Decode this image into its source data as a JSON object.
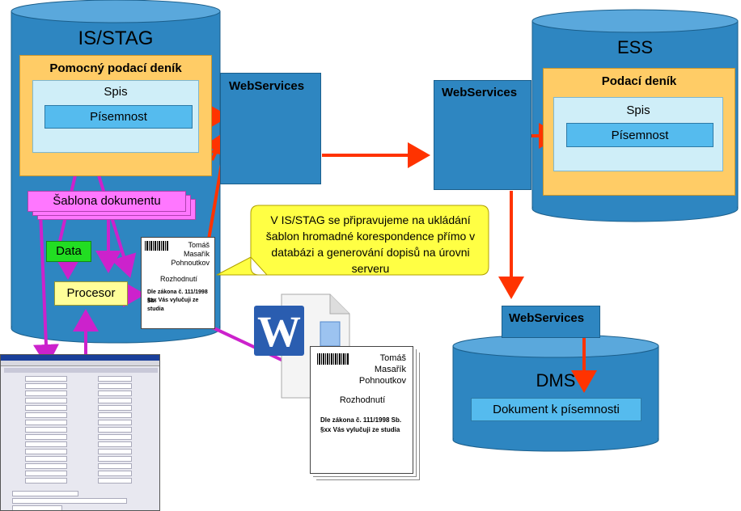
{
  "colors": {
    "cylinder_fill": "#2e86c1",
    "cylinder_top": "#5aa8dc",
    "orange_box": "#ffcc66",
    "light_box": "#cfeef8",
    "blue_box": "#55bbee",
    "pink": "#ff77ff",
    "green": "#22dd22",
    "yellow": "#ffff99",
    "arrow_red": "#ff3300",
    "arrow_magenta": "#cc22cc",
    "callout": "#ffff44"
  },
  "isstag": {
    "title": "IS/STAG",
    "helper_journal": "Pomocný podací deník",
    "file": "Spis",
    "document": "Písemnost",
    "template": "Šablona dokumentu",
    "data": "Data",
    "processor": "Procesor"
  },
  "webservices": {
    "left": "WebServices",
    "middle": "WebServices",
    "dms": "WebServices"
  },
  "ess": {
    "title": "ESS",
    "journal": "Podací deník",
    "file": "Spis",
    "document": "Písemnost"
  },
  "dms": {
    "title": "DMS",
    "document": "Dokument k písemnosti"
  },
  "callout": {
    "text": "V IS/STAG se připravujeme na ukládání šablon hromadné korespondence přímo v databázi a generování dopisů na úrovni serveru"
  },
  "letter_small": {
    "name_line1": "Tomáš",
    "name_line2": "Masařík",
    "name_line3": "Pohnoutkov",
    "heading": "Rozhodnutí",
    "body_line1": "Dle zákona č. 111/1998 Sb.",
    "body_line2": "§xx Vás vylučuji ze studia"
  },
  "letter_large": {
    "name_line1": "Tomáš",
    "name_line2": "Masařík",
    "name_line3": "Pohnoutkov",
    "heading": "Rozhodnutí",
    "body_line1": "Dle zákona č. 111/1998 Sb.",
    "body_line2": "§xx Vás vylučuji ze studia"
  },
  "icons": {
    "word": "word-document-icon",
    "barcode": "barcode-icon",
    "form_screenshot": "form-screenshot-icon"
  }
}
